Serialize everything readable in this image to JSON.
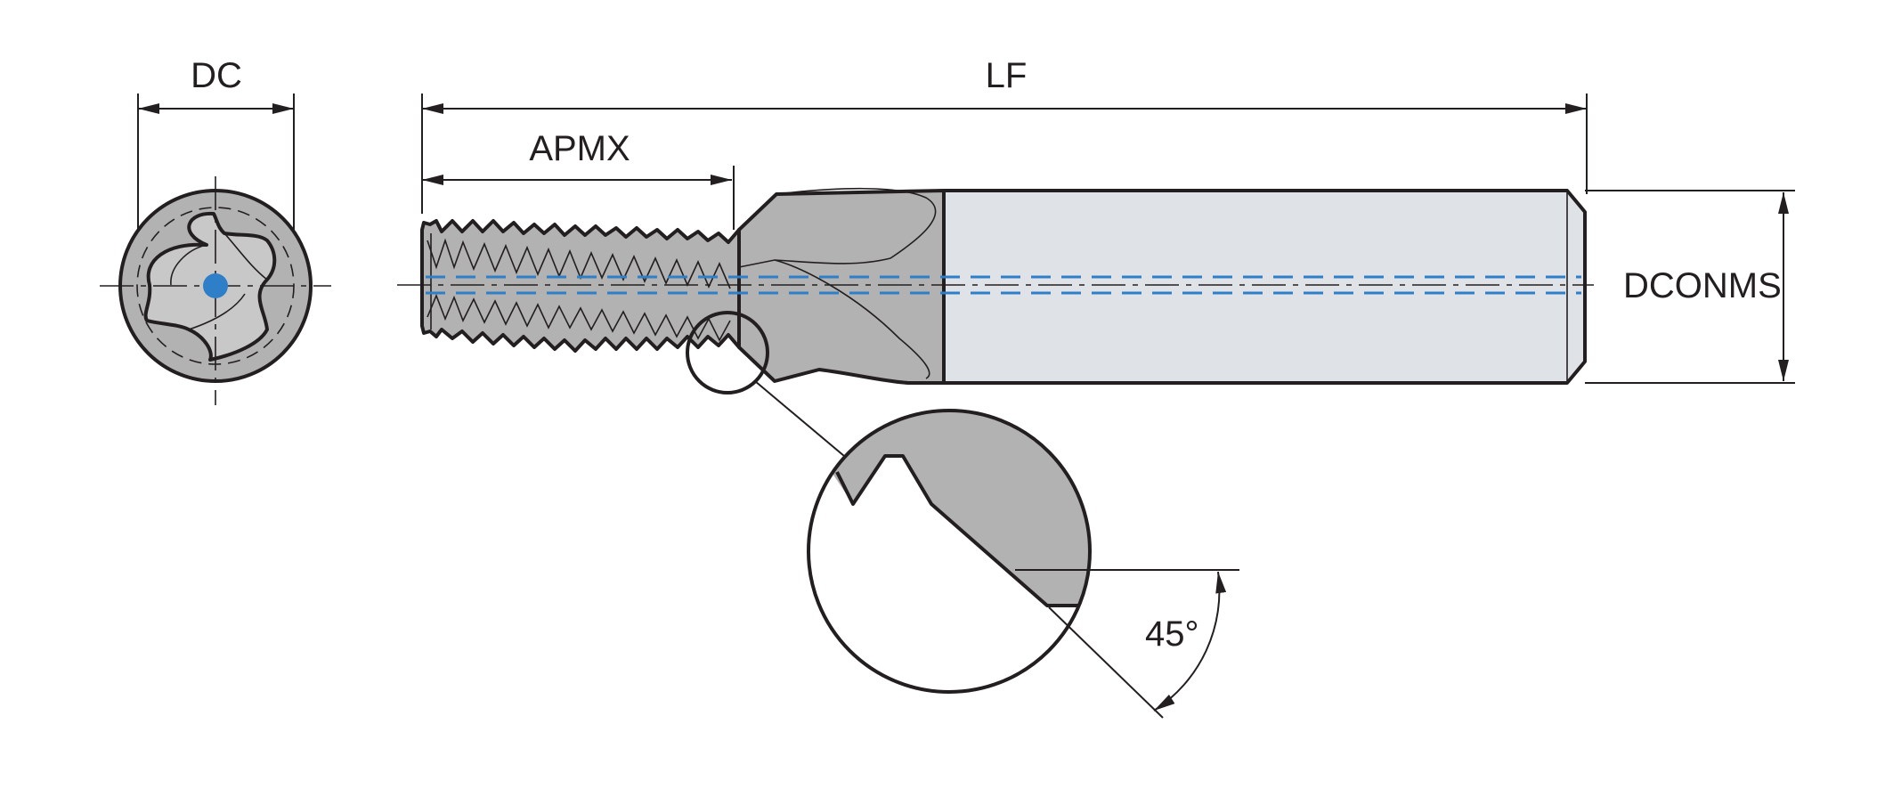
{
  "labels": {
    "dc": "DC",
    "lf": "LF",
    "apmx": "APMX",
    "dconms": "DCONMS",
    "angle": "45°"
  },
  "colors": {
    "outline": "#231f20",
    "body_dark": "#b2b2b2",
    "shank": "#dfe3e7",
    "coolant": "#2f7fc8"
  }
}
